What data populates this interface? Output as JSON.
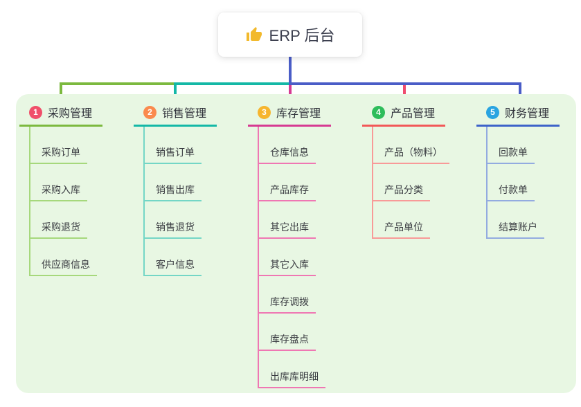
{
  "root": {
    "label": "ERP 后台",
    "icon": "thumbs-up-icon"
  },
  "panel": {
    "background": "#e8f7e3"
  },
  "connectors": {
    "root_color": "#4a5dc7",
    "trunk_segments": [
      {
        "name": "left",
        "color": "#7cb93f"
      },
      {
        "name": "center",
        "color": "#14b8a6"
      },
      {
        "name": "right",
        "color": "#4a5dc7"
      }
    ],
    "drop_colors": [
      "#7cb93f",
      "#14b8a6",
      "#d63a92",
      "#ef4d6e",
      "#4a5dc7"
    ]
  },
  "branches": [
    {
      "index": "1",
      "label": "采购管理",
      "badge_color": "#f0506a",
      "line_color": "#7cb93f",
      "child_line_color": "#a6d87c",
      "children": [
        "采购订单",
        "采购入库",
        "采购退货",
        "供应商信息"
      ]
    },
    {
      "index": "2",
      "label": "销售管理",
      "badge_color": "#fa8a4d",
      "line_color": "#14b8a6",
      "child_line_color": "#74d6c6",
      "children": [
        "销售订单",
        "销售出库",
        "销售退货",
        "客户信息"
      ]
    },
    {
      "index": "3",
      "label": "库存管理",
      "badge_color": "#f6b52e",
      "line_color": "#d63a92",
      "child_line_color": "#ef77b3",
      "children": [
        "仓库信息",
        "产品库存",
        "其它出库",
        "其它入库",
        "库存调拨",
        "库存盘点",
        "出库库明细"
      ]
    },
    {
      "index": "4",
      "label": "产品管理",
      "badge_color": "#2ebd5b",
      "line_color": "#f25858",
      "child_line_color": "#f89a98",
      "children": [
        "产品（物料）",
        "产品分类",
        "产品单位"
      ]
    },
    {
      "index": "5",
      "label": "财务管理",
      "badge_color": "#29a4e1",
      "line_color": "#3d63c9",
      "child_line_color": "#93abe0",
      "children": [
        "回款单",
        "付款单",
        "结算账户"
      ]
    }
  ]
}
